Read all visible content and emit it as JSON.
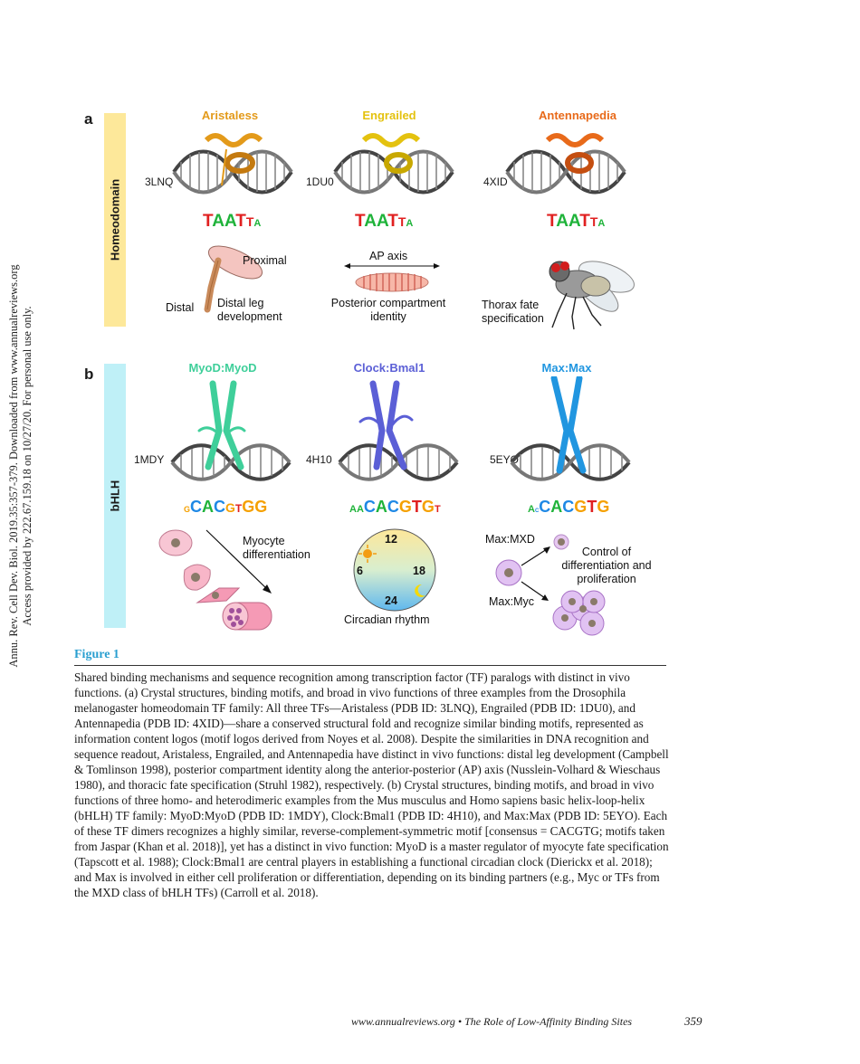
{
  "side_note": {
    "line1": "Annu. Rev. Cell Dev. Biol. 2019.35:357-379. Downloaded from www.annualreviews.org",
    "line2": "Access provided by 222.67.159.18 on 10/27/20. For personal use only."
  },
  "panel_a": {
    "letter": "a",
    "band_label": "Homeodomain",
    "band_color": "#fde89a",
    "tfs": [
      {
        "name": "Aristaless",
        "color": "#e39a1a",
        "pdb": "3LNQ"
      },
      {
        "name": "Engrailed",
        "color": "#e4c20f",
        "pdb": "1DU0"
      },
      {
        "name": "Antennapedia",
        "color": "#e86a1a",
        "pdb": "4XID"
      }
    ],
    "motif": [
      "T",
      "A",
      "A",
      "T",
      "T",
      "A"
    ],
    "labels": {
      "proximal": "Proximal",
      "distal": "Distal",
      "leg": "Distal leg\ndevelopment",
      "ap_axis": "AP axis",
      "posterior": "Posterior compartment\nidentity",
      "thorax": "Thorax fate\nspecification"
    }
  },
  "panel_b": {
    "letter": "b",
    "band_label": "bHLH",
    "band_color": "#bff0f7",
    "tfs": [
      {
        "name": "MyoD:MyoD",
        "color": "#3fcf9a",
        "pdb": "1MDY",
        "motif": [
          "G",
          "C",
          "A",
          "C",
          "G",
          "T",
          "G",
          "G"
        ]
      },
      {
        "name": "Clock:Bmal1",
        "color": "#5b5fd6",
        "pdb": "4H10",
        "motif": [
          "A",
          "A",
          "C",
          "A",
          "C",
          "G",
          "T",
          "G",
          "T"
        ]
      },
      {
        "name": "Max:Max",
        "color": "#2196e0",
        "pdb": "5EYO",
        "motif": [
          "A",
          "C",
          "A",
          "C",
          "G",
          "T",
          "G"
        ]
      }
    ],
    "labels": {
      "myocyte": "Myocyte\ndifferentiation",
      "clock_12": "12",
      "clock_6": "6",
      "clock_18": "18",
      "clock_24": "24",
      "circadian": "Circadian rhythm",
      "max_mxd": "Max:MXD",
      "max_myc": "Max:Myc",
      "control": "Control of\ndifferentiation and\nproliferation"
    }
  },
  "figure": {
    "label": "Figure 1",
    "caption": "Shared binding mechanisms and sequence recognition among transcription factor (TF) paralogs with distinct in vivo functions. (a) Crystal structures, binding motifs, and broad in vivo functions of three examples from the Drosophila melanogaster homeodomain TF family: All three TFs—Aristaless (PDB ID: 3LNQ), Engrailed (PDB ID: 1DU0), and Antennapedia (PDB ID: 4XID)—share a conserved structural fold and recognize similar binding motifs, represented as information content logos (motif logos derived from Noyes et al. 2008). Despite the similarities in DNA recognition and sequence readout, Aristaless, Engrailed, and Antennapedia have distinct in vivo functions: distal leg development (Campbell & Tomlinson 1998), posterior compartment identity along the anterior-posterior (AP) axis (Nusslein-Volhard & Wieschaus 1980), and thoracic fate specification (Struhl 1982), respectively. (b) Crystal structures, binding motifs, and broad in vivo functions of three homo- and heterodimeric examples from the Mus musculus and Homo sapiens basic helix-loop-helix (bHLH) TF family: MyoD:MyoD (PDB ID: 1MDY), Clock:Bmal1 (PDB ID: 4H10), and Max:Max (PDB ID: 5EYO). Each of these TF dimers recognizes a highly similar, reverse-complement-symmetric motif [consensus = CACGTG; motifs taken from Jaspar (Khan et al. 2018)], yet has a distinct in vivo function: MyoD is a master regulator of myocyte fate specification (Tapscott et al. 1988); Clock:Bmal1 are central players in establishing a functional circadian clock (Dierickx et al. 2018); and Max is involved in either cell proliferation or differentiation, depending on its binding partners (e.g., Myc or TFs from the MXD class of bHLH TFs) (Carroll et al. 2018)."
  },
  "footer": {
    "running_head": "www.annualreviews.org • The Role of Low-Affinity Binding Sites",
    "page_number": "359"
  },
  "base_colors": {
    "A": "#1fb33a",
    "C": "#1e88e5",
    "G": "#f5a000",
    "T": "#e02020"
  }
}
